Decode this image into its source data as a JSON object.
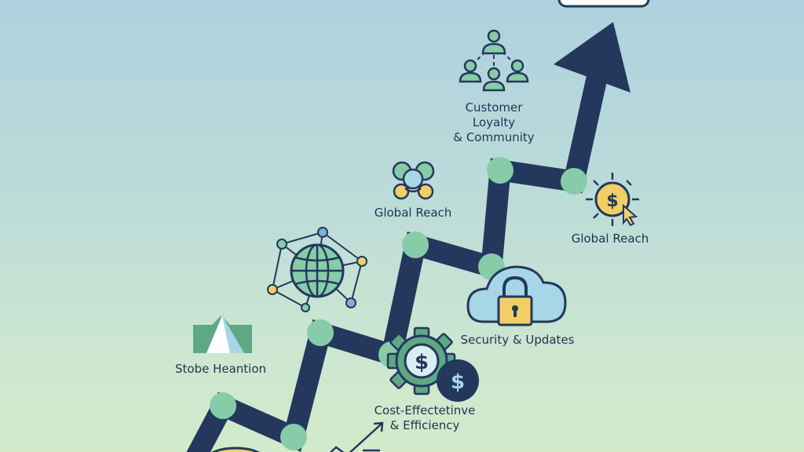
{
  "diagram": {
    "colors": {
      "arrow": "#24385d",
      "node": "#86cca8",
      "accent_green": "#5ea884",
      "accent_blue": "#7eb3d5",
      "accent_yellow": "#f2cf66",
      "ink": "#1f3354"
    },
    "milestones": [
      {
        "id": "stobe",
        "icon": "shield-icon",
        "lines": [
          "Stobe Heantion"
        ]
      },
      {
        "id": "cost",
        "icon": "gear-dollar-icon",
        "lines": [
          "Cost-Effectetinve",
          "& Efficiency"
        ]
      },
      {
        "id": "security",
        "icon": "cloud-lock-icon",
        "lines": [
          "Security & Updates"
        ]
      },
      {
        "id": "reach-left",
        "icon": "people-group-icon",
        "lines": [
          "Global Reach"
        ]
      },
      {
        "id": "reach-right",
        "icon": "sun-dollar-icon",
        "lines": [
          "Global Reach"
        ]
      },
      {
        "id": "loyalty",
        "icon": "community-network-icon",
        "lines": [
          "Customer",
          "Loyalty",
          "& Community"
        ]
      }
    ],
    "network_icon": "globe-network-icon"
  }
}
